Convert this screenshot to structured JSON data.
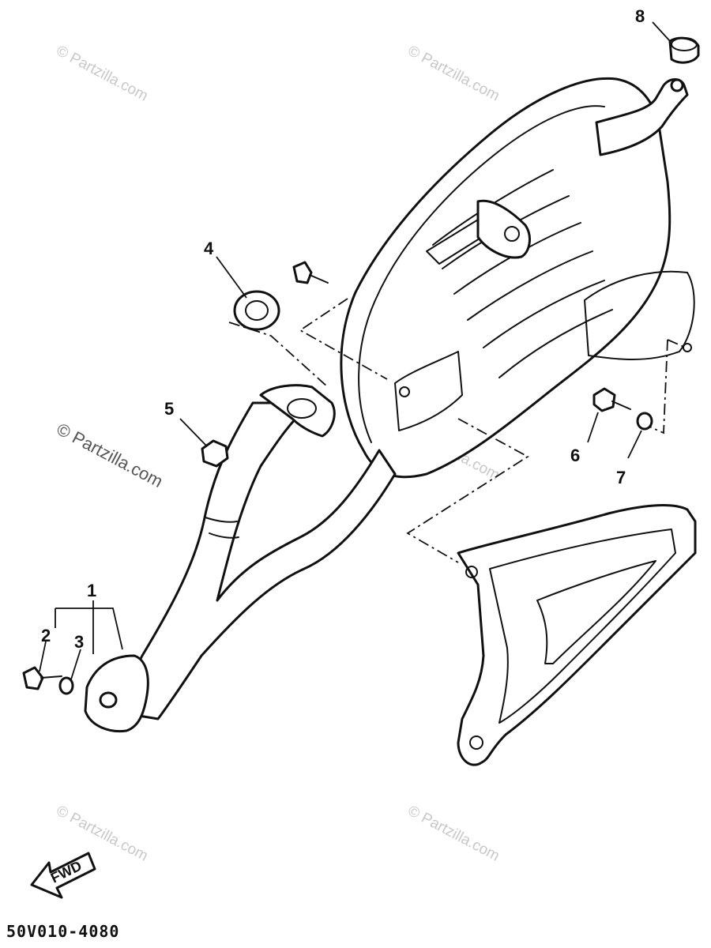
{
  "diagram": {
    "callouts": [
      {
        "id": "1",
        "label": "1"
      },
      {
        "id": "2",
        "label": "2"
      },
      {
        "id": "3",
        "label": "3"
      },
      {
        "id": "4",
        "label": "4"
      },
      {
        "id": "5",
        "label": "5"
      },
      {
        "id": "6",
        "label": "6"
      },
      {
        "id": "7",
        "label": "7"
      },
      {
        "id": "8",
        "label": "8"
      }
    ],
    "watermark": "© Partzilla.com",
    "fwd_label": "FWD",
    "drawing_code": "50V010-4080"
  }
}
